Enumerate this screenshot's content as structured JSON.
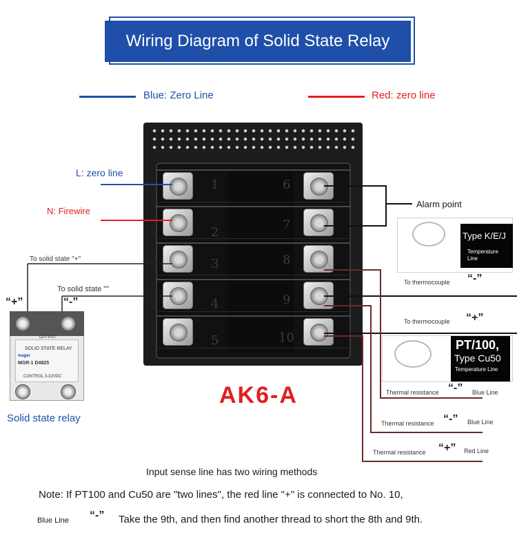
{
  "title": "Wiring Diagram of Solid State Relay",
  "legend": {
    "blue_label": "Blue: Zero Line",
    "red_label": "Red: zero line",
    "blue_color": "#1f4fa8",
    "red_color": "#e02020"
  },
  "left_labels": {
    "l_line": "L: zero line",
    "n_line": "N: Firewire",
    "ssr_plus_to": "To solid state \"+\"",
    "ssr_minus_to": "To solid state \"\"",
    "plus_mark": "“+”",
    "minus_mark": "“-”"
  },
  "terminals": {
    "left": [
      "1",
      "2",
      "3",
      "4",
      "5"
    ],
    "right": [
      "6",
      "7",
      "8",
      "9",
      "10"
    ]
  },
  "right_labels": {
    "alarm": "Alarm point",
    "thermocouple_minus": "To thermocouple",
    "thermocouple_plus": "To thermocouple",
    "minus_mark": "“-”",
    "plus_mark": "“+”",
    "probe1_type": "Type K/E/J",
    "probe1_sub": "Temperature Line",
    "probe2_type_a": "PT/100,",
    "probe2_type_b": "Type Cu50",
    "probe2_sub": "Temperature Line"
  },
  "thermal_rows": [
    {
      "label": "Thermal resistance",
      "mark": "“-”",
      "line": "Blue Line"
    },
    {
      "label": "Thermal resistance",
      "mark": "“-”",
      "line": "Blue Line"
    },
    {
      "label": "Thermal resistance",
      "mark": "“+”",
      "line": "Red Line"
    }
  ],
  "model": "AK6-A",
  "ssr": {
    "caption": "Solid state relay",
    "name": "SOLID STATE RELAY",
    "model_no": "MGR-1 D4825",
    "control": "CONTROL 3-32VDC",
    "output": "OUTPUT",
    "brand": "mager"
  },
  "notes": {
    "line1": "Input sense line has two wiring methods",
    "line2": "Note: If PT100 and Cu50 are \"two lines\", the red line \"+\" is connected to No. 10,",
    "line3_prefix": "Blue Line",
    "line3_mark": "“-”",
    "line3_rest": "Take the 9th, and then find another thread to short the 8th and 9th."
  }
}
